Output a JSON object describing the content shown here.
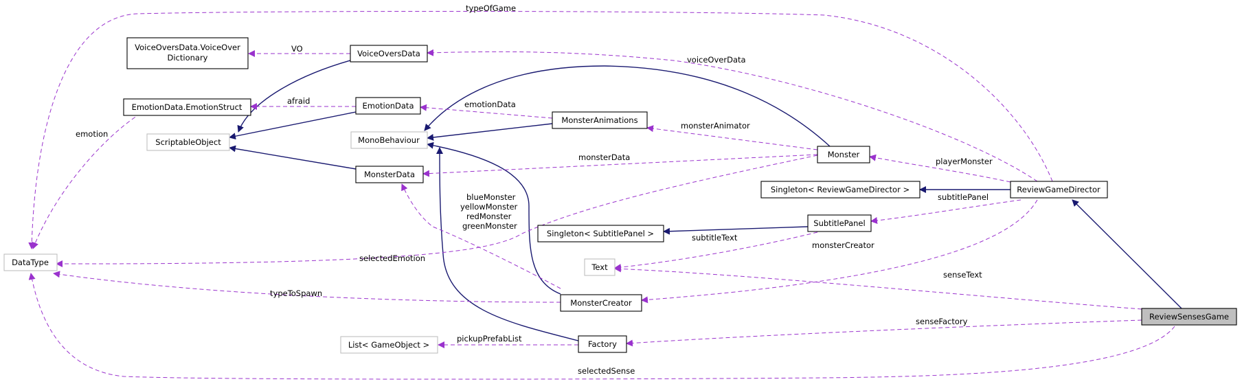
{
  "colors": {
    "inheritance": "#191970",
    "usage": "#9a32cd",
    "node_border": "#000000",
    "external_border": "#bfbfbf",
    "focus_fill": "#bfbfbf"
  },
  "nodes": {
    "voiceover_dictionary": {
      "line1": "VoiceOversData.VoiceOver",
      "line2": "Dictionary"
    },
    "voiceovers_data": "VoiceOversData",
    "emotion_struct": "EmotionData.EmotionStruct",
    "emotion_data": "EmotionData",
    "scriptable_object": "ScriptableObject",
    "mono_behaviour": "MonoBehaviour",
    "monster_animations": "MonsterAnimations",
    "monster": "Monster",
    "monster_data": "MonsterData",
    "singleton_review": "Singleton< ReviewGameDirector >",
    "review_game_director": "ReviewGameDirector",
    "singleton_subtitle": "Singleton< SubtitlePanel >",
    "subtitle_panel": "SubtitlePanel",
    "text": "Text",
    "data_type": "DataType",
    "monster_creator": "MonsterCreator",
    "list_gameobject": "List< GameObject >",
    "factory": "Factory",
    "review_senses_game": "ReviewSensesGame"
  },
  "edge_labels": {
    "type_of_game": "typeOfGame",
    "vo": "VO",
    "voice_over_data": "voiceOverData",
    "afraid": "afraid",
    "emotion": "emotion",
    "emotion_data": "emotionData",
    "monster_animator": "monsterAnimator",
    "monster_data": "monsterData",
    "player_monster": "playerMonster",
    "blue_monster": "blueMonster",
    "yellow_monster": "yellowMonster",
    "red_monster": "redMonster",
    "green_monster": "greenMonster",
    "subtitle_panel": "subtitlePanel",
    "subtitle_text": "subtitleText",
    "monster_creator": "monsterCreator",
    "selected_emotion": "selectedEmotion",
    "type_to_spawn": "typeToSpawn",
    "sense_text": "senseText",
    "sense_factory": "senseFactory",
    "pickup_prefab_list": "pickupPrefabList",
    "selected_sense": "selectedSense"
  }
}
